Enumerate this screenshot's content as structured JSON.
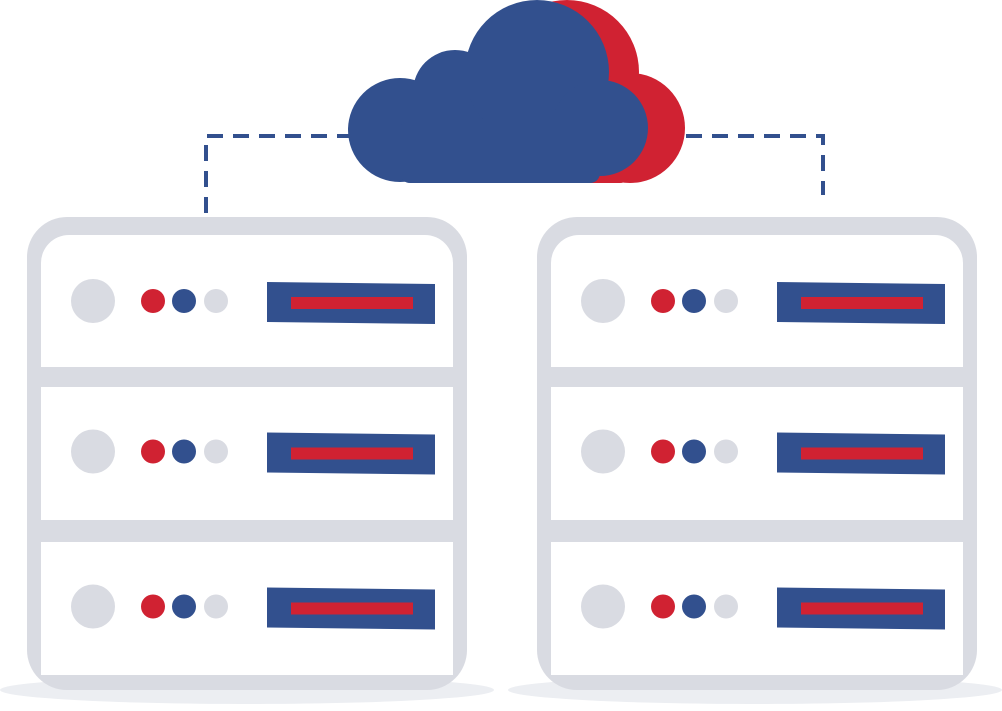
{
  "illustration": {
    "subject": "cloud-connected-servers",
    "server_count": 2,
    "units_per_server": 3
  },
  "colors": {
    "blue": "#32508e",
    "red": "#d02232",
    "gray": "#d9dbe2",
    "shadow": "#eceef2",
    "panel": "#ffffff"
  }
}
